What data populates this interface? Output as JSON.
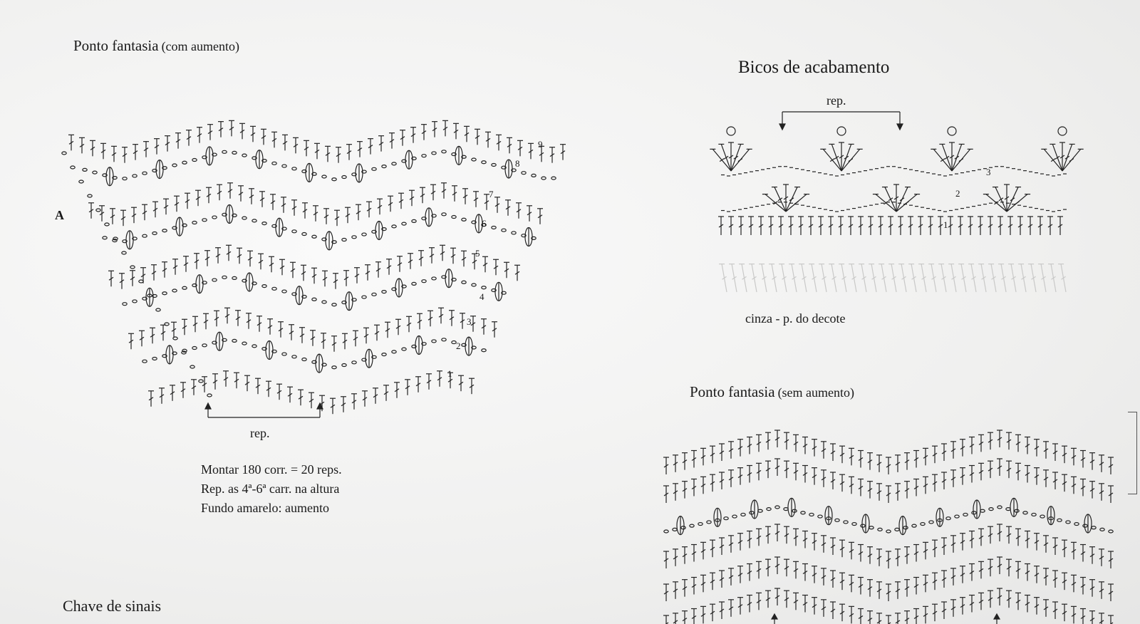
{
  "left": {
    "title_main": "Ponto fantasia",
    "title_sub": "(com aumento)",
    "rep_label": "rep.",
    "side_marker": "A",
    "row_numbers": [
      "1",
      "2",
      "3",
      "4",
      "5",
      "6",
      "7",
      "8",
      "9"
    ],
    "notes": [
      "Montar 180 corr. = 20 reps.",
      "Rep. as 4ª-6ª carr. na altura",
      "Fundo amarelo: aumento"
    ]
  },
  "right_top": {
    "title": "Bicos de acabamento",
    "rep_label": "rep.",
    "row_numbers": [
      "1",
      "2",
      "3"
    ],
    "caption": "cinza - p. do decote"
  },
  "right_bottom": {
    "title_main": "Ponto fantasia",
    "title_sub": "(sem aumento)"
  },
  "footer": {
    "key_title": "Chave de sinais"
  },
  "colors": {
    "ink": "#1a1a1a",
    "paper": "#f3f3f2",
    "ghost": "#d7d7d6"
  }
}
